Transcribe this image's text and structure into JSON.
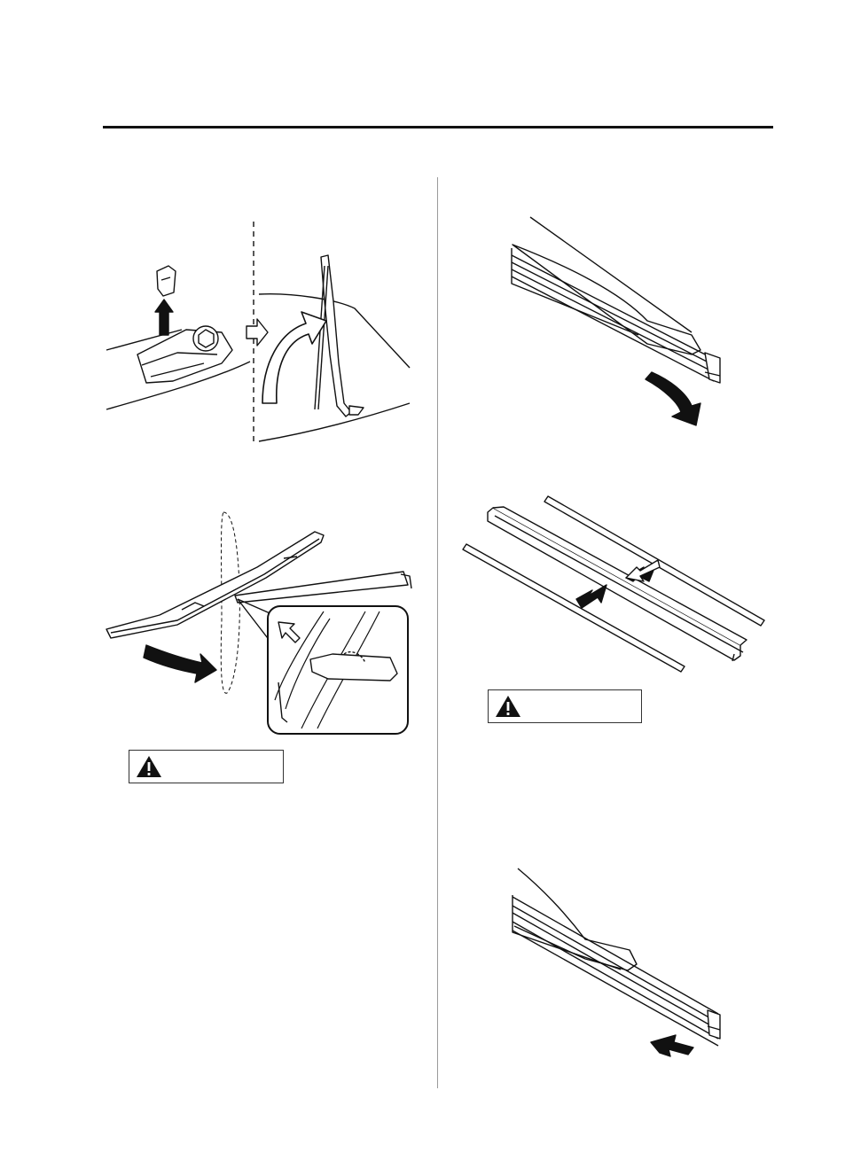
{
  "page": {
    "header": {
      "title": ""
    },
    "left_column": {
      "figures": [
        {
          "name": "wiper-arm-cap-and-raise"
        },
        {
          "name": "wiper-blade-release"
        }
      ],
      "caution": {
        "label": "",
        "icon": "warning-triangle-icon"
      }
    },
    "right_column": {
      "figures": [
        {
          "name": "blade-end-removal"
        },
        {
          "name": "rubber-and-stiffeners"
        },
        {
          "name": "blade-insert"
        }
      ],
      "caution": {
        "label": "",
        "icon": "warning-triangle-icon"
      }
    },
    "colors": {
      "ink": "#111111",
      "fill_gray": "#d6d6d6",
      "paper": "#ffffff"
    }
  }
}
